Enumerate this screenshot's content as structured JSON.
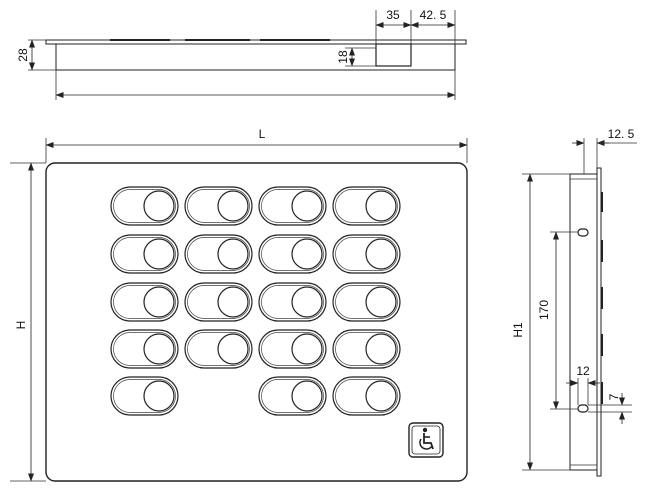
{
  "top_view": {
    "dim_height": "28",
    "dim_window_height": "18",
    "dim_window_width": "35",
    "dim_window_offset": "42. 5"
  },
  "front_view": {
    "dim_length": "L",
    "dim_height": "H",
    "button_rows": [
      [
        true,
        true,
        true,
        true
      ],
      [
        true,
        true,
        true,
        true
      ],
      [
        true,
        true,
        true,
        true
      ],
      [
        true,
        true,
        true,
        true
      ],
      [
        true,
        false,
        true,
        true
      ]
    ],
    "accessibility_icon": "wheelchair-icon"
  },
  "side_view": {
    "dim_depth": "12. 5",
    "dim_height": "H1",
    "dim_hole_spacing": "170",
    "dim_hole_width": "12",
    "dim_hole_height": "7"
  }
}
